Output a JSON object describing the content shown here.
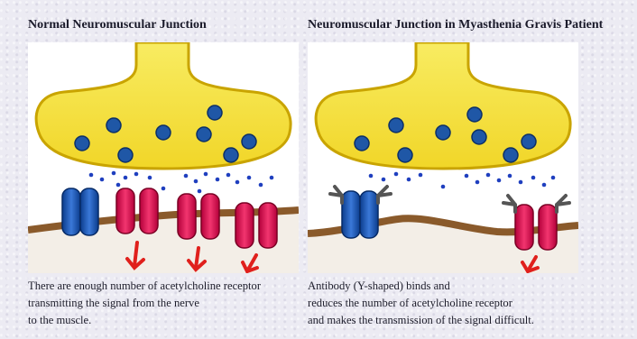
{
  "panels": [
    {
      "title": "Normal Neuromuscular Junction",
      "caption": [
        "There are enough number of acetylcholine receptor",
        "transmitting the signal from the nerve",
        "to the muscle."
      ]
    },
    {
      "title": "Neuromuscular Junction in Myasthenia Gravis Patient",
      "caption": [
        "Antibody (Y-shaped) binds and",
        "reduces the number of acetylcholine receptor",
        "and makes the transmission of the signal difficult."
      ]
    }
  ],
  "colors": {
    "nerve_terminal": "#f5e13a",
    "nerve_outline": "#c9a400",
    "vesicle": "#1f57a6",
    "acetylcholine": "#1f3fbf",
    "receptor_active": "#e0245e",
    "receptor_blocked_channel": "#1e5bb8",
    "antibody": "#555555",
    "muscle_membrane": "#8a5a2b",
    "signal_arrow": "#e0201c"
  },
  "icons": [
    "nerve-terminal-icon",
    "vesicle-icon",
    "receptor-icon",
    "antibody-icon",
    "signal-arrow-icon"
  ]
}
